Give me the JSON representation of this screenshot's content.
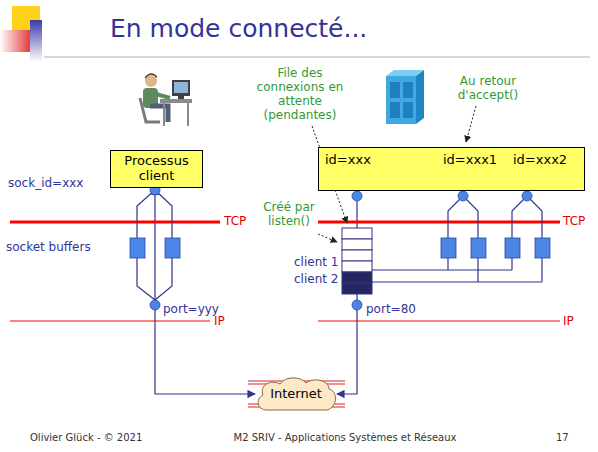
{
  "diagram": {
    "title": "En mode connecté...",
    "nodes": [
      {
        "text": [
          "Processus client"
        ]
      },
      {
        "text": [
          "id=xxx",
          "id=xxx1",
          "id=xxx2"
        ]
      },
      {
        "text": [
          "Internet"
        ]
      }
    ],
    "edges": [
      {
        "from": 0,
        "to": 2,
        "arrow": "both"
      },
      {
        "from": 1,
        "to": 2,
        "arrow": "both"
      }
    ],
    "labels": [
      "sock_id=xxx",
      "socket buffers",
      "port=yyy",
      "TCP",
      "IP",
      "File des connexions en attente (pendantes)",
      "Au retour d'accept()",
      "Créé par listen()",
      "TCP",
      "client 1",
      "client 2",
      "port=80",
      "IP",
      "Olivier Glück - © 2021",
      "M2 SRIV - Applications Systèmes et Réseaux",
      "17"
    ]
  }
}
